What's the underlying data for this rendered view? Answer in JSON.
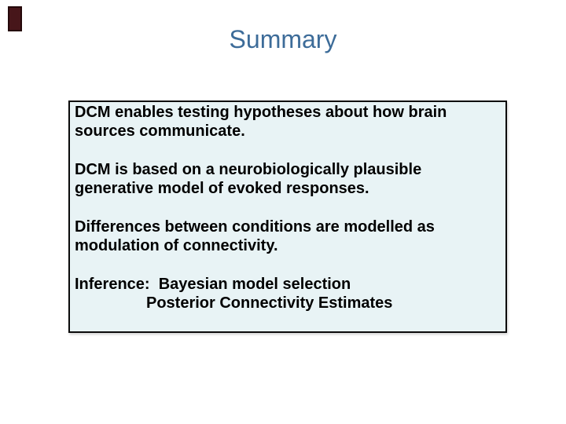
{
  "slide": {
    "title": "Summary",
    "title_color": "#3d6c99",
    "corner_decoration_color": "#47161a",
    "box": {
      "bg_color": "#e8f3f5",
      "border_color": "#0b0b0b",
      "text_color": "#000000",
      "paragraphs": [
        {
          "lines": [
            "DCM enables testing hypotheses about how brain",
            "sources communicate."
          ]
        },
        {
          "lines": [
            "DCM is based on a neurobiologically plausible",
            "generative model of evoked responses."
          ]
        },
        {
          "lines": [
            "Differences between conditions are modelled as",
            "modulation of connectivity."
          ]
        },
        {
          "lines": [
            "Inference:  Bayesian model selection",
            "Posterior Connectivity Estimates"
          ]
        }
      ]
    }
  }
}
